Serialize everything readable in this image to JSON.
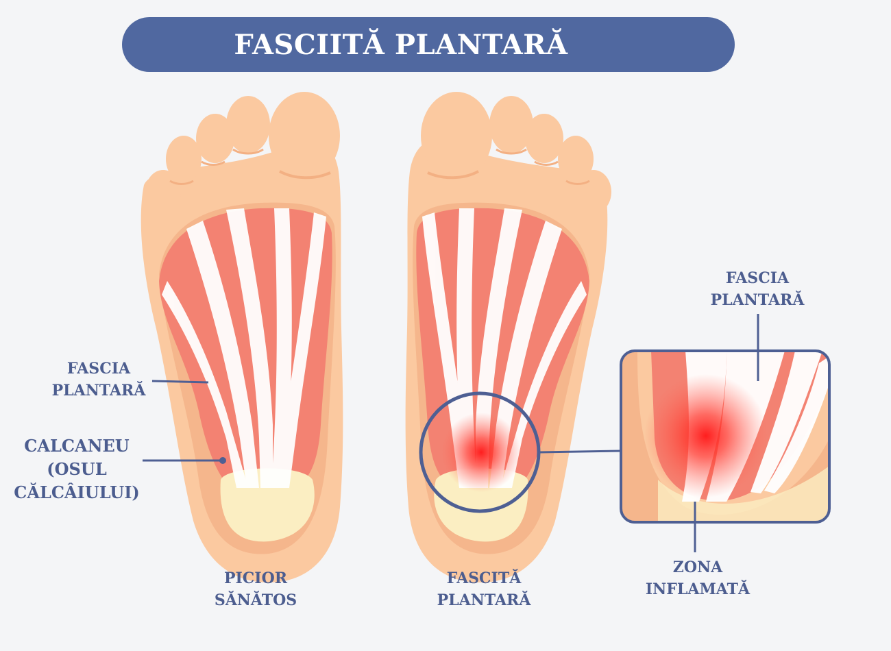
{
  "title": "FASCIITĂ PLANTARĂ",
  "labels": {
    "left_fascia": [
      "FASCIA",
      "PLANTARĂ"
    ],
    "calcaneus": [
      "CALCANEU",
      "(OSUL",
      "CĂLCÂIULUI)"
    ],
    "healthy_foot": [
      "PICIOR",
      "SĂNĂTOS"
    ],
    "fasciitis_foot": [
      "FASCITĂ",
      "PLANTARĂ"
    ],
    "zoom_fascia": [
      "FASCIA",
      "PLANTARĂ"
    ],
    "inflamed_zone": [
      "ZONA",
      "INFLAMATĂ"
    ]
  },
  "colors": {
    "title_bg": "#5068a0",
    "label_text": "#4c5d8f",
    "skin": "#fbc9a0",
    "skin_dark": "#f3b083",
    "muscle": "#f38272",
    "heel_pad": "#fbeec2",
    "inflammation": "#ff1e1e"
  }
}
